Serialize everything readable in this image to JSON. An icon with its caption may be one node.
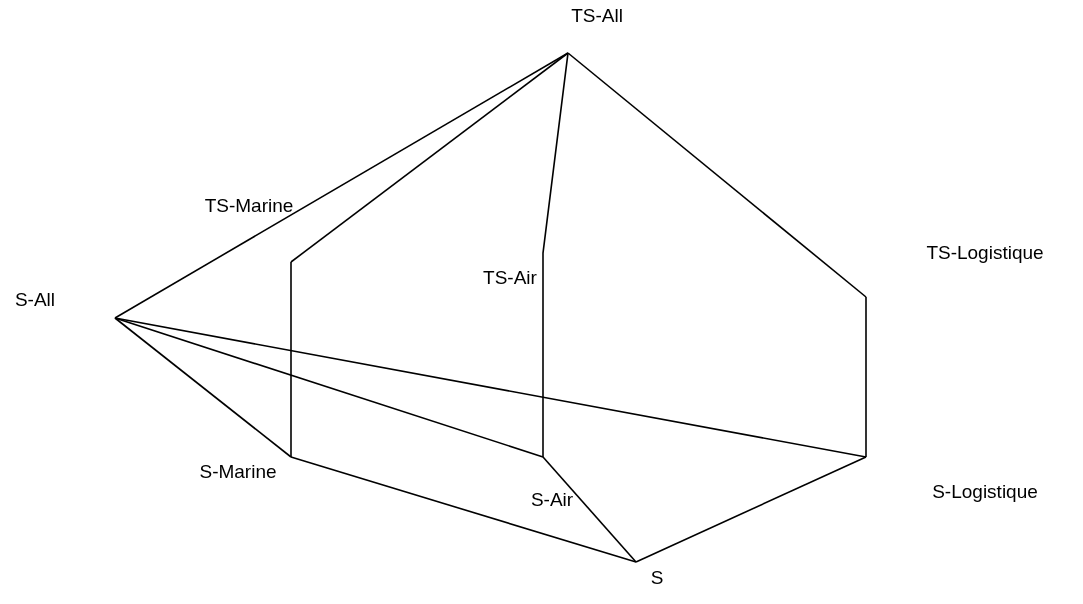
{
  "diagram": {
    "nodes": [
      {
        "text": [
          "TS-All"
        ]
      },
      {
        "text": [
          "TS-Marine"
        ]
      },
      {
        "text": [
          "S-All"
        ]
      },
      {
        "text": [
          "TS-Air"
        ]
      },
      {
        "text": [
          "TS-Logistique"
        ]
      },
      {
        "text": [
          "S-Marine"
        ]
      },
      {
        "text": [
          "S-Air"
        ]
      },
      {
        "text": [
          "S-Logistique"
        ]
      },
      {
        "text": [
          "S"
        ]
      }
    ],
    "edges": [
      {
        "from": 0,
        "to": 2,
        "arrow": "none"
      },
      {
        "from": 0,
        "to": 1,
        "arrow": "none"
      },
      {
        "from": 0,
        "to": 3,
        "arrow": "none"
      },
      {
        "from": 0,
        "to": 4,
        "arrow": "none"
      },
      {
        "from": 2,
        "to": 5,
        "arrow": "none"
      },
      {
        "from": 2,
        "to": 6,
        "arrow": "none"
      },
      {
        "from": 2,
        "to": 7,
        "arrow": "none"
      },
      {
        "from": 1,
        "to": 5,
        "arrow": "none"
      },
      {
        "from": 3,
        "to": 6,
        "arrow": "none"
      },
      {
        "from": 4,
        "to": 7,
        "arrow": "none"
      },
      {
        "from": 5,
        "to": 8,
        "arrow": "none"
      },
      {
        "from": 6,
        "to": 8,
        "arrow": "none"
      },
      {
        "from": 7,
        "to": 8,
        "arrow": "none"
      }
    ]
  }
}
